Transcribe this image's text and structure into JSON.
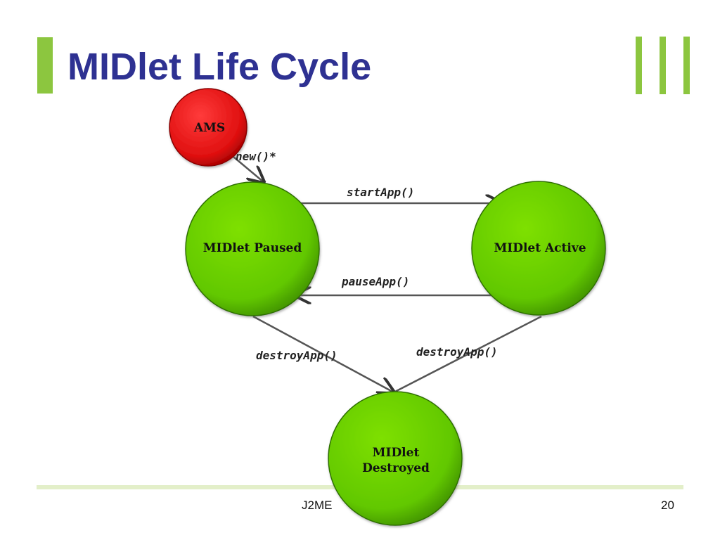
{
  "slide": {
    "title": "MIDlet Life Cycle",
    "footer_text": "J2ME",
    "page_number": "20"
  },
  "colors": {
    "title": "#2e3192",
    "accent": "#8cc63f",
    "state_node": "#66cc00",
    "ams_node": "#ee1111"
  },
  "diagram": {
    "nodes": {
      "ams": "AMS",
      "paused": "MIDlet Paused",
      "active": "MIDlet Active",
      "destroyed_line1": "MIDlet",
      "destroyed_line2": "Destroyed"
    },
    "edges": {
      "new": "new()*",
      "start": "startApp()",
      "pause": "pauseApp()",
      "destroy_from_paused": "destroyApp()",
      "destroy_from_active": "destroyApp()"
    }
  }
}
